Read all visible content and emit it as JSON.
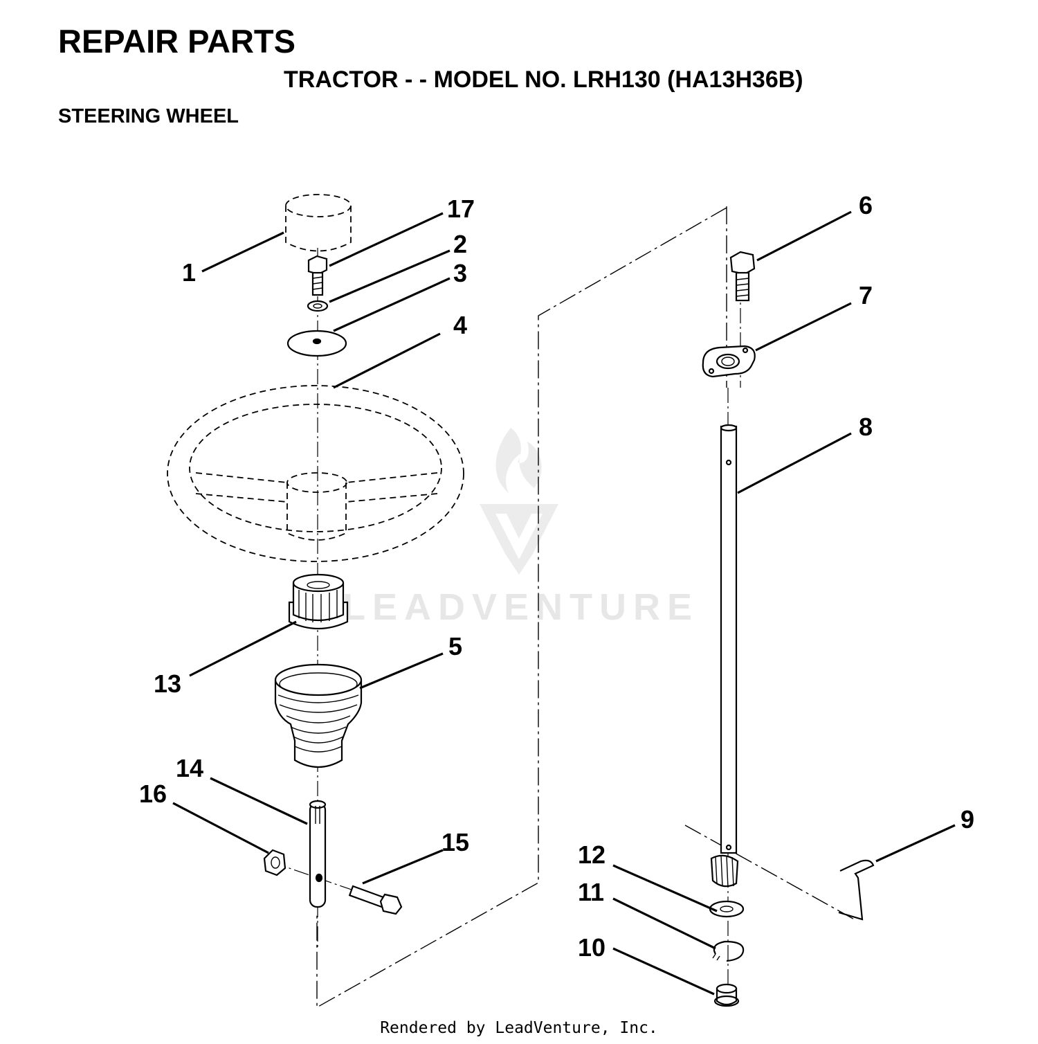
{
  "header": {
    "title": "REPAIR PARTS",
    "subtitle": "TRACTOR - - MODEL NO. LRH130 (HA13H36B)",
    "section": "STEERING WHEEL"
  },
  "watermark": "LEADVENTURE",
  "callouts": {
    "p1": "1",
    "p2": "2",
    "p3": "3",
    "p4": "4",
    "p5": "5",
    "p6": "6",
    "p7": "7",
    "p8": "8",
    "p9": "9",
    "p10": "10",
    "p11": "11",
    "p12": "12",
    "p13": "13",
    "p14": "14",
    "p15": "15",
    "p16": "16",
    "p17": "17"
  },
  "footer": "Rendered by LeadVenture, Inc."
}
